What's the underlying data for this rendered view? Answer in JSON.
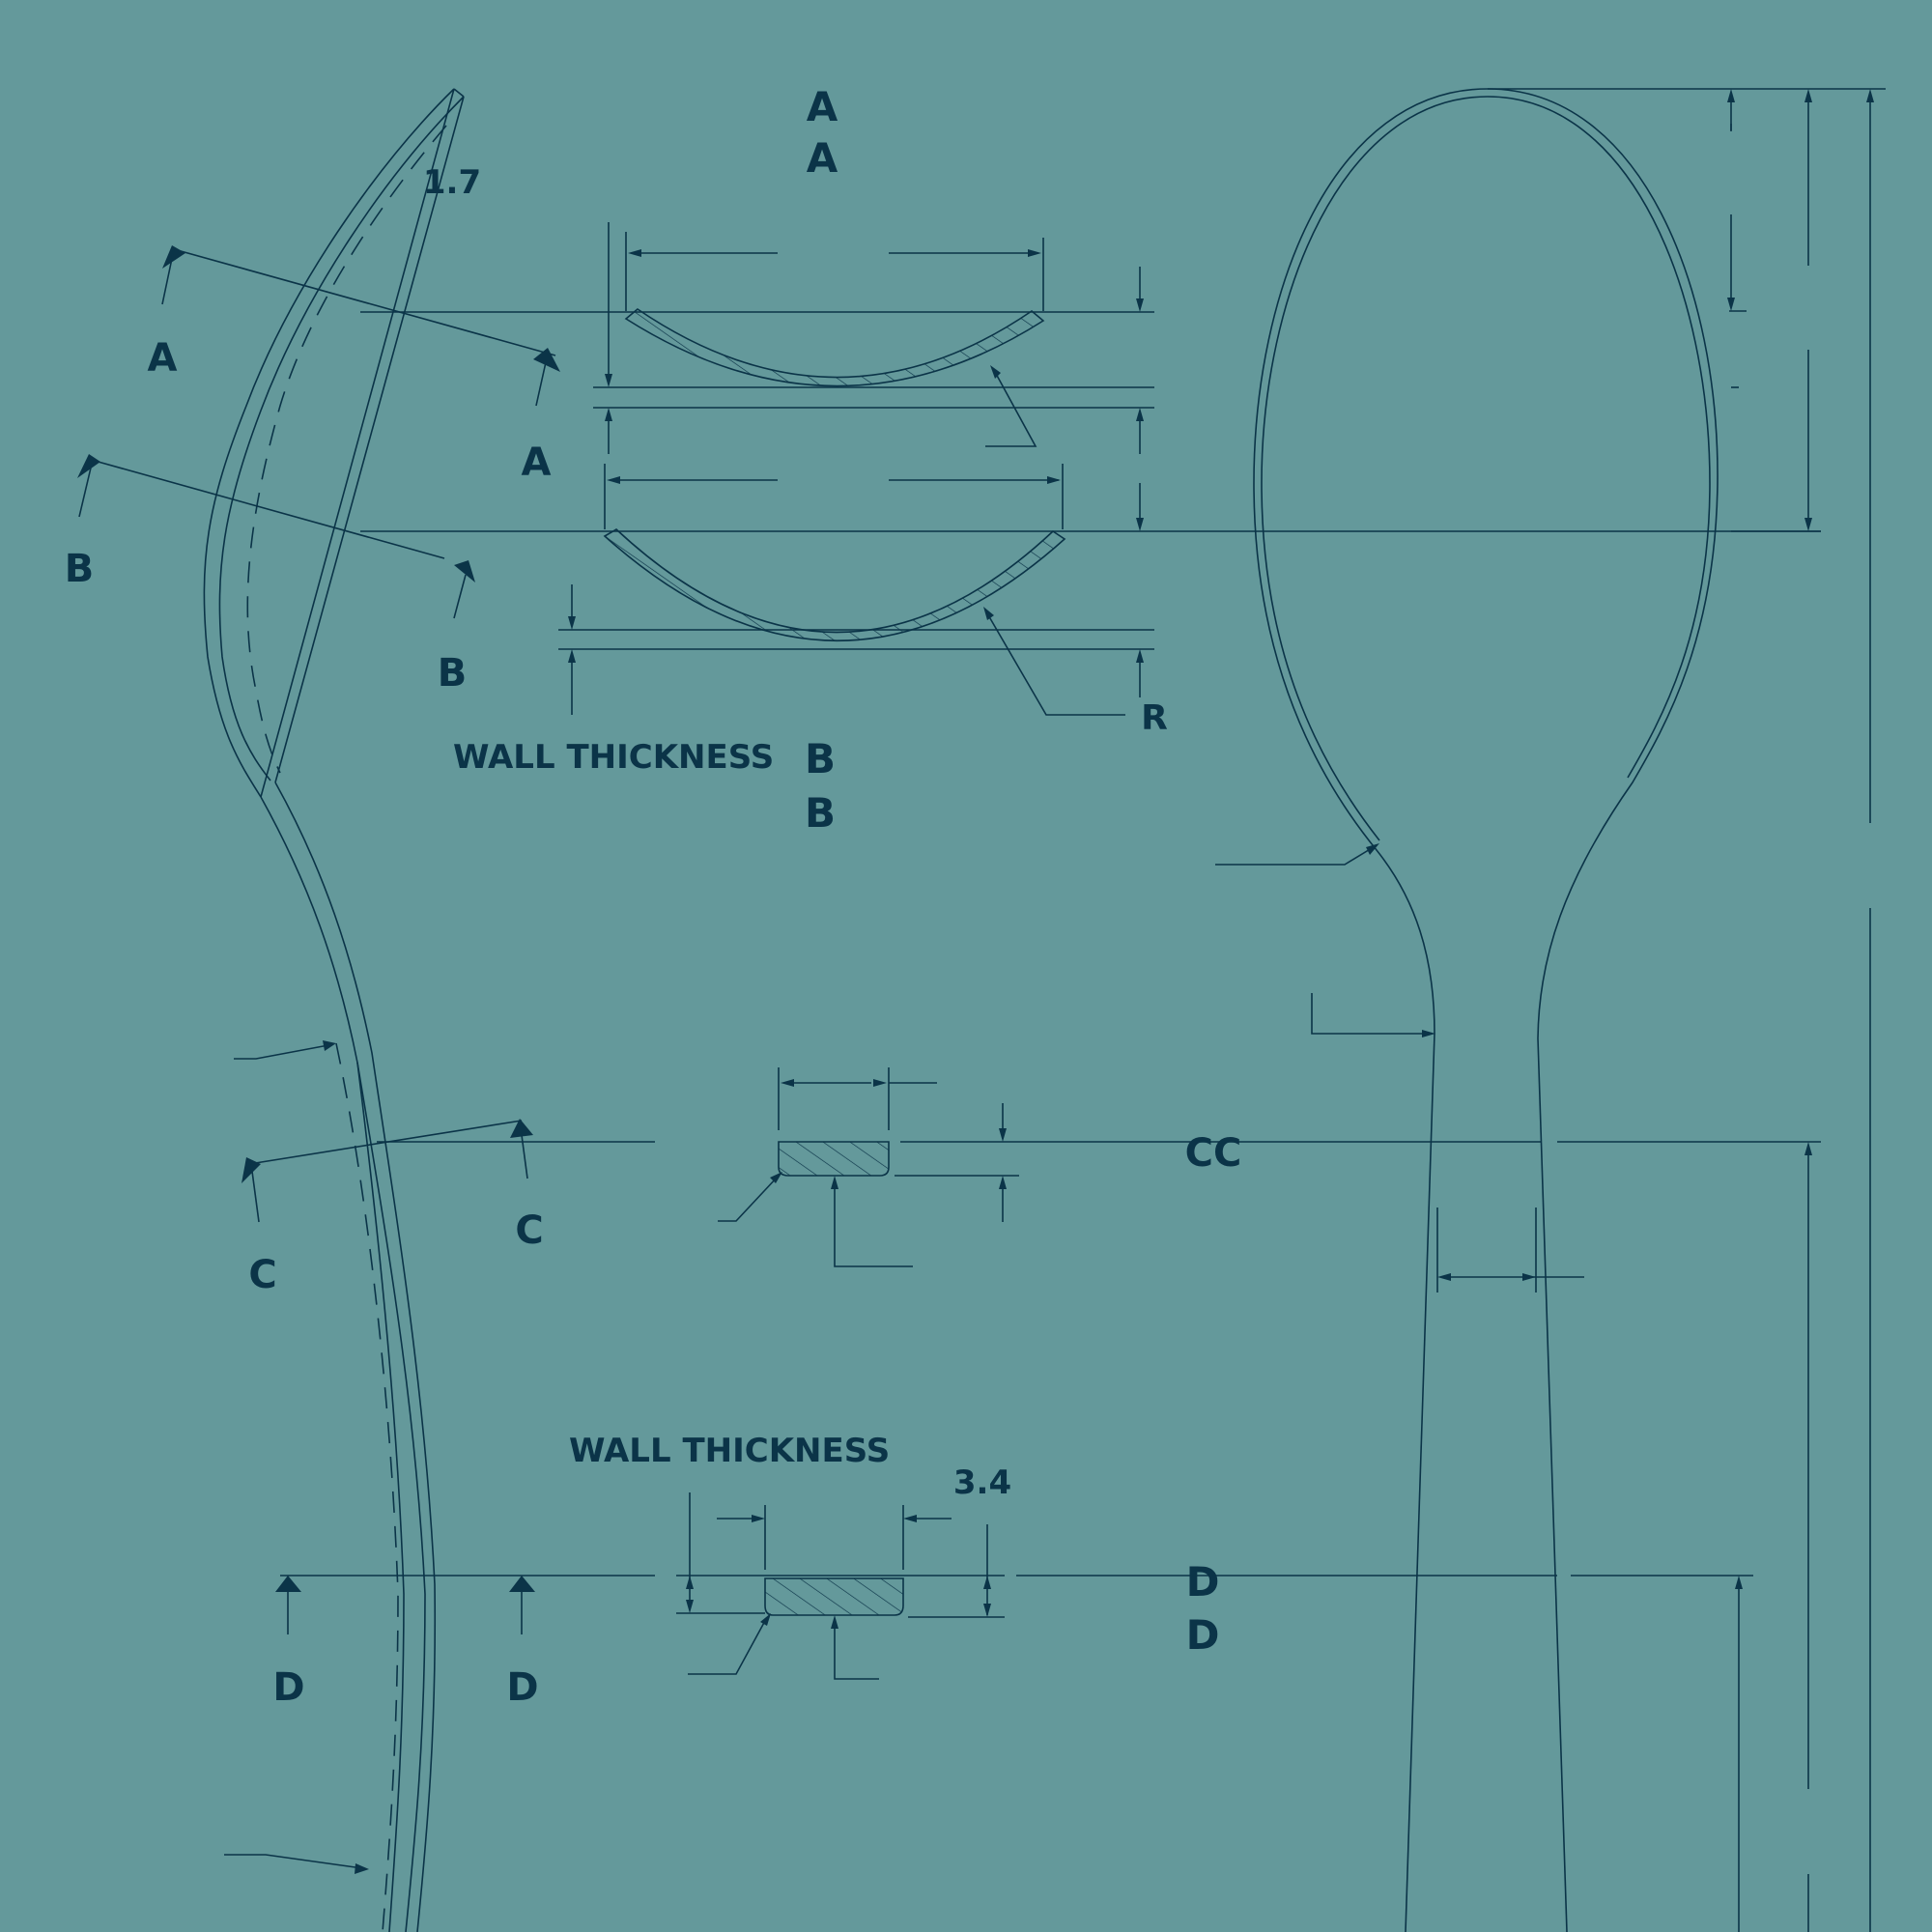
{
  "colors": {
    "background": "#64999b",
    "line": "#0b3448"
  },
  "labels": {
    "section_a_top_1": "A",
    "section_a_top_2": "A",
    "angle_value": "1.7",
    "cut_a_left": "A",
    "cut_a_right": "A",
    "cut_b_left": "B",
    "cut_b_right": "B",
    "radius_label": "R",
    "wall_thickness_1": "WALL THICKNESS",
    "section_b_1": "B",
    "section_b_2": "B",
    "section_cc": "CC",
    "cut_c_left": "C",
    "cut_c_right": "C",
    "wall_thickness_2": "WALL THICKNESS",
    "dim_3_4": "3.4",
    "section_d_1": "D",
    "section_d_2": "D",
    "cut_d_left": "D",
    "cut_d_right": "D"
  }
}
